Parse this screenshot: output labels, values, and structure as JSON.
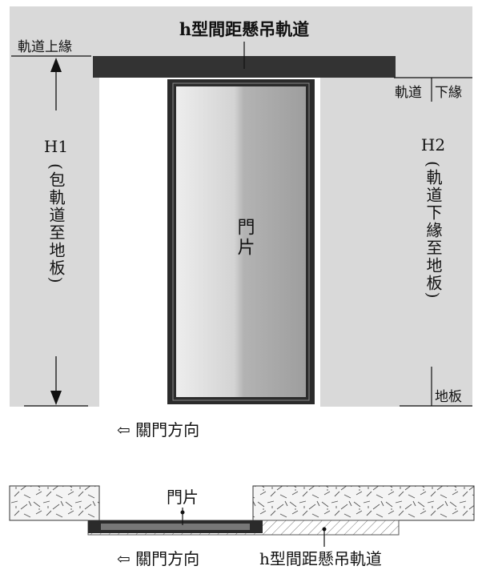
{
  "elevation": {
    "track_label": "h型間距懸吊軌道",
    "track_top_label": "軌道上緣",
    "track_bottom_label_left": "軌道",
    "track_bottom_label_right": "下緣",
    "h1_label": "H1",
    "h1_paren_text": "(包軌道至地板)",
    "h2_label": "H2",
    "h2_paren_text": "(軌道下緣至地板)",
    "door_panel_text": "門片",
    "floor_label": "地板",
    "close_direction_label": "⇦ 關門方向"
  },
  "plan": {
    "door_panel_label": "門片",
    "close_direction_label": "⇦ 關門方向",
    "track_label": "h型間距懸吊軌道"
  },
  "colors": {
    "wall": "#d9d9d9",
    "track": "#333333",
    "door_frame": "#2b2b2b",
    "glass_light": "#e8e8e8",
    "glass_dark": "#a9a9a9",
    "line": "#111111"
  }
}
